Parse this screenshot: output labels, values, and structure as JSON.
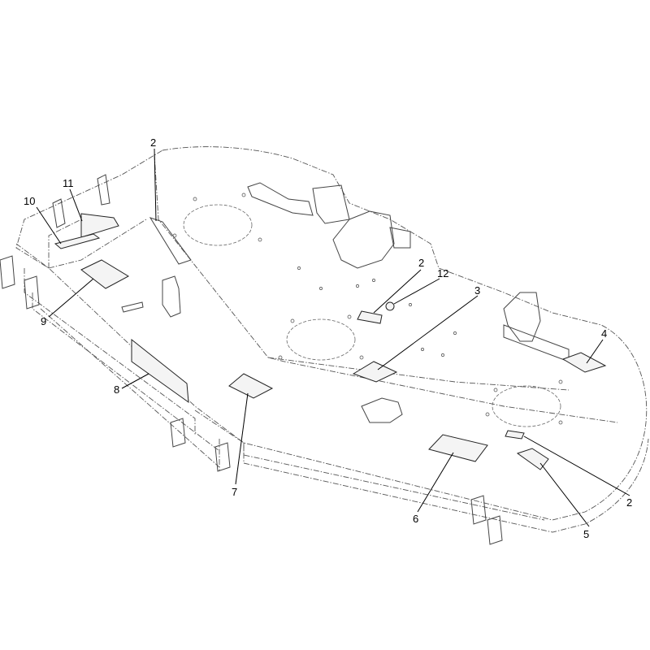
{
  "callouts": [
    {
      "label": "2"
    },
    {
      "label": "11"
    },
    {
      "label": "10"
    },
    {
      "label": "9"
    },
    {
      "label": "8"
    },
    {
      "label": "7"
    },
    {
      "label": "2"
    },
    {
      "label": "12"
    },
    {
      "label": "3"
    },
    {
      "label": "4"
    },
    {
      "label": "6"
    },
    {
      "label": "5"
    },
    {
      "label": "2"
    }
  ]
}
